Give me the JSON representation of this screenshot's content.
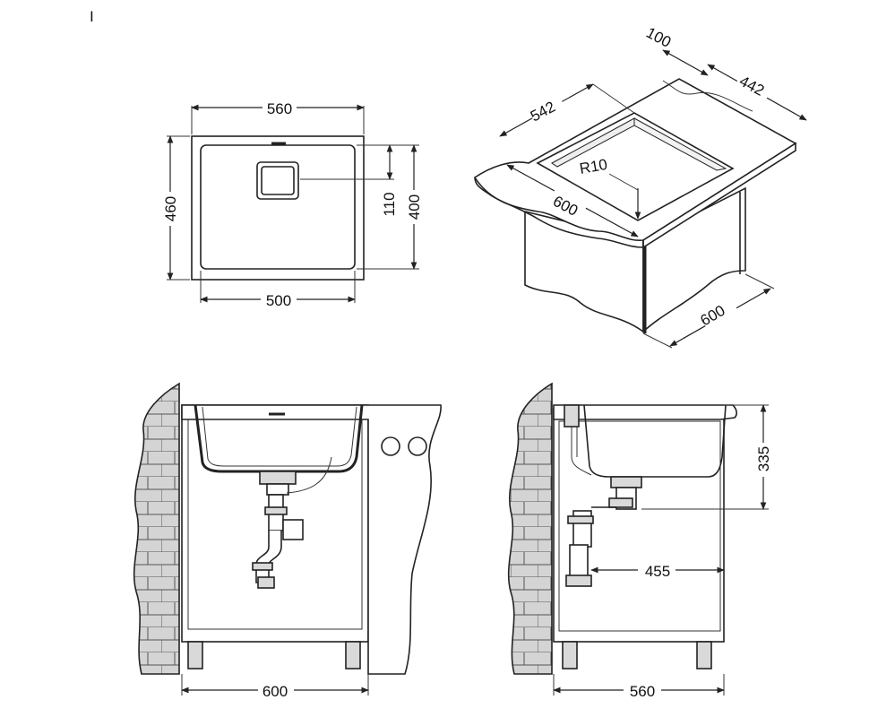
{
  "marker": "I",
  "top_view": {
    "width_outer": "560",
    "depth_outer": "460",
    "width_inner": "500",
    "depth_inner": "400",
    "drain_offset": "110"
  },
  "iso_view": {
    "back_depth": "100",
    "opening_width": "542",
    "opening_depth": "442",
    "corner_radius": "R10",
    "counter_width": "600",
    "cabinet_depth": "600"
  },
  "front_view": {
    "cabinet_width": "600"
  },
  "side_view": {
    "bowl_depth": "335",
    "drain_distance": "455",
    "cabinet_depth": "560"
  }
}
